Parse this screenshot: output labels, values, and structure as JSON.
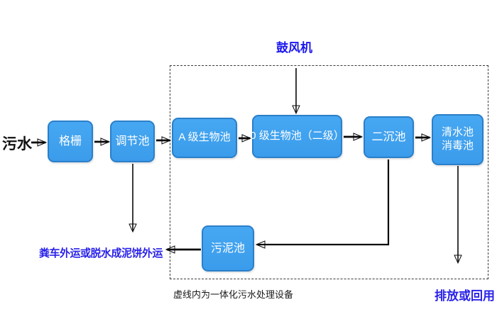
{
  "diagram": {
    "influent_label": "污水",
    "blower_label": "鼓风机",
    "nodes": {
      "grid": "格栅",
      "regulating_tank": "调节池",
      "a_bio_tank": "A 级生物池",
      "o_bio_tank": "0 级生物池（二级）",
      "secondary_clarifier": "二沉池",
      "clean_water_line1": "清水池",
      "clean_water_line2": "消毒池",
      "sludge_tank": "污泥池"
    },
    "annotations": {
      "sludge_disposal": "粪车外运或脱水成泥饼外运",
      "dashed_box_note": "虚线内为一体化污水处理设备",
      "discharge": "排放或回用"
    },
    "colors": {
      "node_fill": "#3fa2ef",
      "node_border": "#2b7fc9",
      "node_text": "#ffffff",
      "accent_text": "#2a22e8",
      "arrow": "#0a0a0a"
    }
  }
}
